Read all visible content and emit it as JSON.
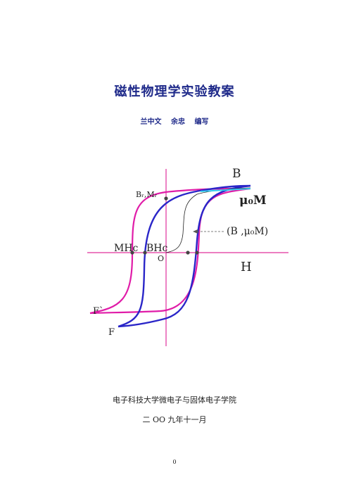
{
  "document": {
    "title": "磁性物理学实验教案",
    "authors": [
      "兰中文",
      "余忠",
      "编写"
    ],
    "figure_labels": {
      "B": "B",
      "mu0M": "μ₀M",
      "Br_Mr": "Bᵣ,Mᵣ",
      "B_mu0M_pair": "(B ,μ₀M)",
      "MHc": "MHc",
      "BHc": "BHc",
      "O": "O",
      "H": "H",
      "F_prime": "F`",
      "F": "F"
    },
    "school": "电子科技大学微电子与固体电子学院",
    "date": "二 OO 九年十一月",
    "page_number": "0"
  }
}
